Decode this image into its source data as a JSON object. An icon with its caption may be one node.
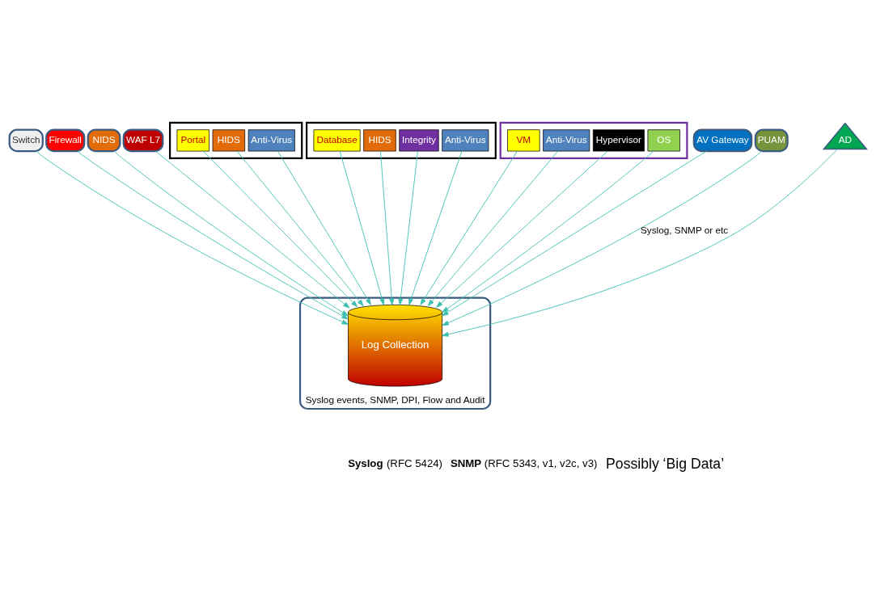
{
  "diagram": {
    "nodes": [
      {
        "text": [
          "Switch"
        ]
      },
      {
        "text": [
          "Firewall"
        ]
      },
      {
        "text": [
          "NIDS"
        ]
      },
      {
        "text": [
          "WAF L7"
        ]
      },
      {
        "text": [],
        "shape": "box"
      },
      {
        "text": [
          "Portal"
        ],
        "in": 4
      },
      {
        "text": [
          "HIDS"
        ],
        "in": 4
      },
      {
        "text": [
          "Anti-Virus"
        ],
        "in": 4
      },
      {
        "text": [],
        "shape": "box"
      },
      {
        "text": [
          "Database"
        ],
        "in": 8
      },
      {
        "text": [
          "HIDS"
        ],
        "in": 8
      },
      {
        "text": [
          "Integrity"
        ],
        "in": 8
      },
      {
        "text": [
          "Anti-Virus"
        ],
        "in": 8
      },
      {
        "text": [],
        "shape": "box"
      },
      {
        "text": [
          "VM"
        ],
        "in": 13
      },
      {
        "text": [
          "Anti-Virus"
        ],
        "in": 13
      },
      {
        "text": [
          "Hypervisor"
        ],
        "in": 13
      },
      {
        "text": [
          "OS"
        ],
        "in": 13
      },
      {
        "text": [
          "AV Gateway"
        ]
      },
      {
        "text": [
          "PUAM"
        ]
      },
      {
        "text": [
          "AD"
        ]
      },
      {
        "text": [
          "Syslog events, SNMP, DPI, Flow and Audit"
        ]
      },
      {
        "text": [
          "Log Collection"
        ],
        "in": 21
      }
    ],
    "edges": [
      {
        "from": 0,
        "to": 22,
        "arrow": "to"
      },
      {
        "from": 1,
        "to": 22,
        "arrow": "to"
      },
      {
        "from": 2,
        "to": 22,
        "arrow": "to"
      },
      {
        "from": 3,
        "to": 22,
        "arrow": "to"
      },
      {
        "from": 5,
        "to": 22,
        "arrow": "to"
      },
      {
        "from": 6,
        "to": 22,
        "arrow": "to"
      },
      {
        "from": 7,
        "to": 22,
        "arrow": "to"
      },
      {
        "from": 9,
        "to": 22,
        "arrow": "to"
      },
      {
        "from": 10,
        "to": 22,
        "arrow": "to"
      },
      {
        "from": 11,
        "to": 22,
        "arrow": "to"
      },
      {
        "from": 12,
        "to": 22,
        "arrow": "to"
      },
      {
        "from": 14,
        "to": 22,
        "arrow": "to"
      },
      {
        "from": 15,
        "to": 22,
        "arrow": "to"
      },
      {
        "from": 16,
        "to": 22,
        "arrow": "to"
      },
      {
        "from": 17,
        "to": 22,
        "arrow": "to"
      },
      {
        "from": 18,
        "to": 22,
        "arrow": "to"
      },
      {
        "from": 19,
        "to": 22,
        "arrow": "to",
        "label": "Syslog, SNMP or etc"
      },
      {
        "from": 20,
        "to": 22,
        "arrow": "to"
      }
    ],
    "labels": [
      "**Syslog** (RFC 5424)",
      "**SNMP** (RFC 5343, v1, v2c, v3)",
      "Possibly ‘Big Data’"
    ]
  }
}
